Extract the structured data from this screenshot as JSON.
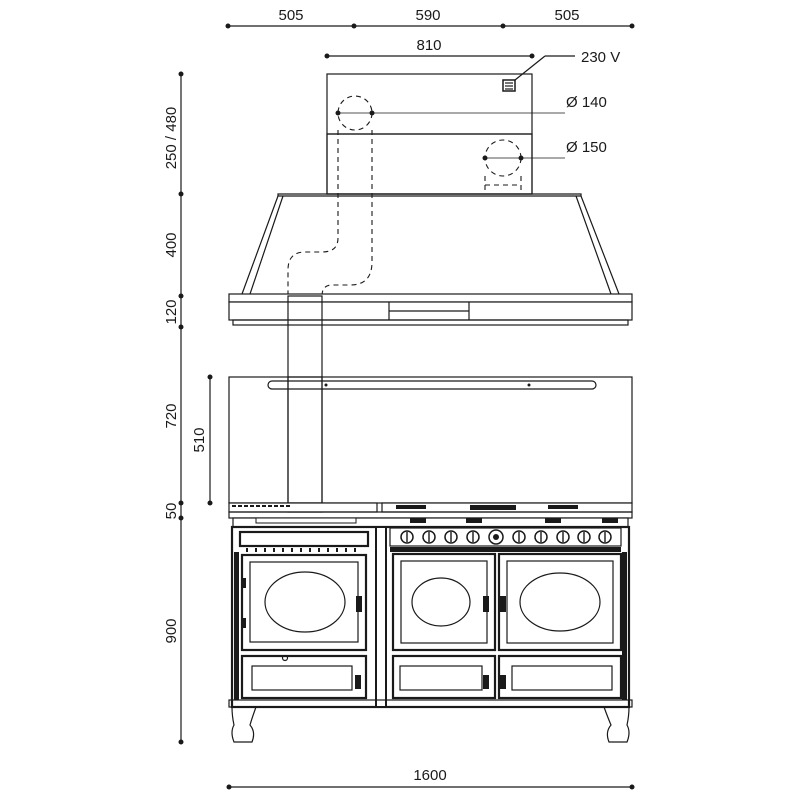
{
  "dimensions": {
    "top": {
      "left_margin": "505",
      "center": "590",
      "right_margin": "505",
      "hood_width": "810"
    },
    "left": {
      "chimney_height": "250 / 480",
      "hood_body": "400",
      "hood_rim": "120",
      "backsplash": "720",
      "backsplash_inner": "510",
      "worktop_gap": "50",
      "range_height": "900"
    },
    "bottom": {
      "total_width": "1600"
    }
  },
  "callouts": {
    "voltage": "230 V",
    "outlet_140": "Ø 140",
    "outlet_150": "Ø 150"
  }
}
